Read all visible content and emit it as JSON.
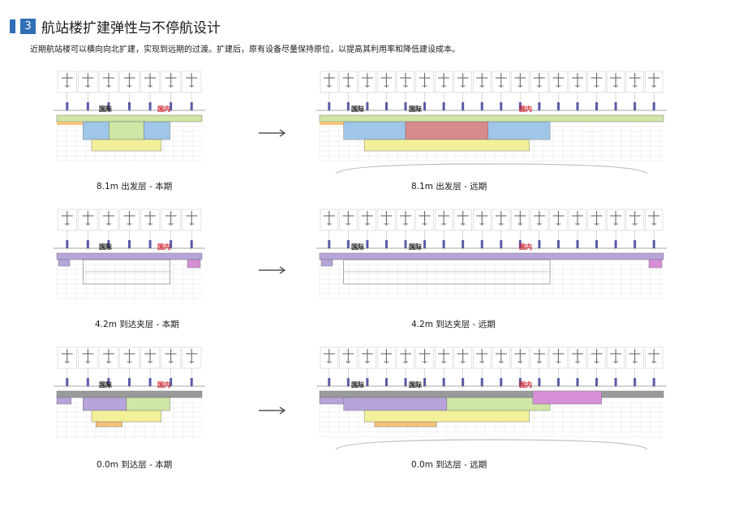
{
  "header": {
    "section_number": "3",
    "title": "航站楼扩建弹性与不停航设计",
    "subtitle": "近期航站楼可以横向向北扩建，实现到远期的过渡。扩建后，原有设备尽量保持原位，以提高其利用率和降低建设成本。"
  },
  "labels": {
    "international": "国际",
    "domestic": "国内"
  },
  "rows": [
    {
      "current_caption": "8.1m 出发层   - 本期",
      "future_caption": "8.1m 出发层     - 远期"
    },
    {
      "current_caption": "4.2m 到达夹层  - 本期",
      "future_caption": "4.2m 到达夹层   - 远期"
    },
    {
      "current_caption": "0.0m 到达层   - 本期",
      "future_caption": "0.0m 到达层     - 远期"
    }
  ],
  "colors": {
    "accent": "#2f6fb5",
    "international_label": "#111111",
    "domestic_label": "#d0202a",
    "zone_green": "#cfe6a6",
    "zone_yellow": "#f3f09a",
    "zone_blue": "#9fc6e8",
    "zone_purple": "#b6a4da",
    "zone_magenta": "#d68fd6",
    "zone_orange": "#f5c27a",
    "zone_red": "#d98a8a",
    "zone_gray": "#9a9a9a"
  }
}
